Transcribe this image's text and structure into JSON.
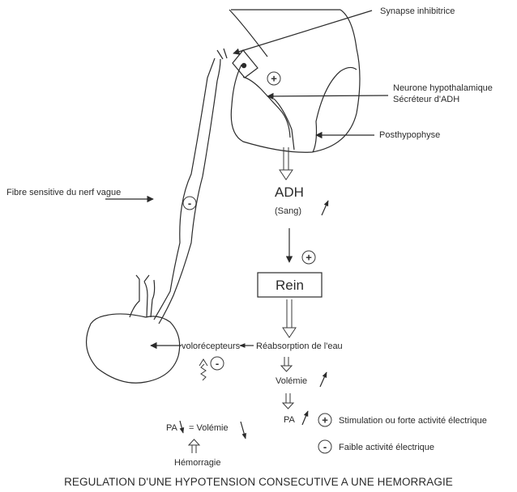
{
  "labels": {
    "synapse": "Synapse inhibitrice",
    "neurone_line1": "Neurone hypothalamique",
    "neurone_line2": "Sécréteur d'ADH",
    "posthypophyse": "Posthypophyse",
    "fibre": "Fibre sensitive du nerf vague",
    "adh": "ADH",
    "sang": "(Sang)",
    "rein": "Rein",
    "volorecepteurs": "volorécepteurs",
    "reabsorption": "Réabsorption de l'eau",
    "volemie": "Volémie",
    "pa": "PA",
    "pa_volemie": "PA",
    "pa_volemie_eq": "= Volémie",
    "hemorragie": "Hémorragie",
    "legend_plus": "Stimulation ou forte activité électrique",
    "legend_minus": "Faible activité électrique",
    "caption": "REGULATION D'UNE HYPOTENSION CONSECUTIVE A UNE HEMORRAGIE"
  },
  "signs": {
    "plus": "+",
    "minus": "-"
  }
}
